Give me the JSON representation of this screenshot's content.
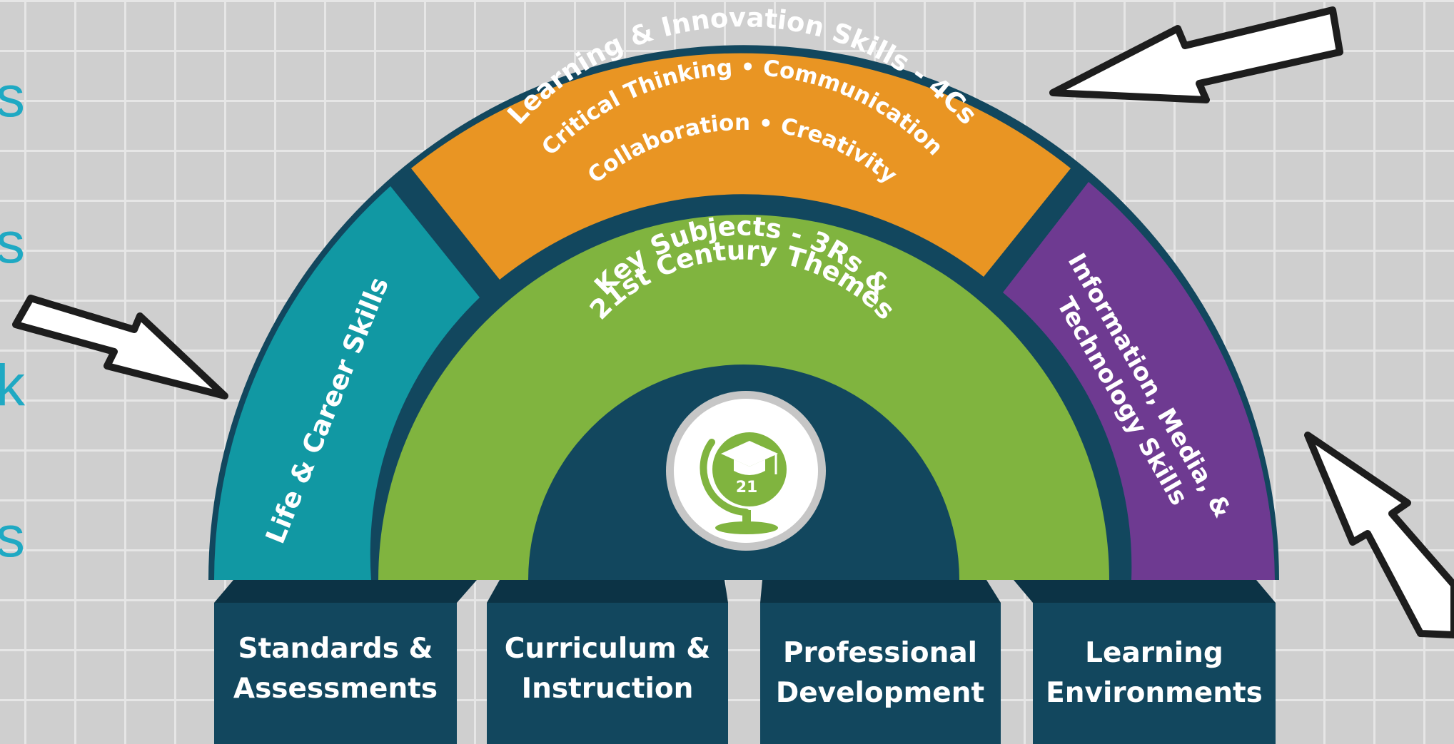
{
  "colors": {
    "background": "#cfcfcf",
    "grid": "#e6e6e6",
    "teal": "#1198a3",
    "orange": "#e99523",
    "green": "#80b43f",
    "purple": "#6e3a91",
    "navy": "#12475e",
    "edge_text": "#1fa9c3"
  },
  "edge_letters": [
    "s",
    "s",
    "k",
    "s"
  ],
  "rainbow": {
    "life_career": "Life & Career Skills",
    "learning_innovation": {
      "title": "Learning & Innovation Skills - 4Cs",
      "line1": "Critical Thinking • Communication",
      "line2": "Collaboration • Creativity"
    },
    "key_subjects": {
      "line1": "Key Subjects - 3Rs &",
      "line2": "21st Century Themes"
    },
    "info_media_tech": {
      "line1": "Information, Media, &",
      "line2": "Technology Skills"
    },
    "logo_text": "21"
  },
  "support_systems": [
    {
      "line1": "Standards &",
      "line2": "Assessments"
    },
    {
      "line1": "Curriculum &",
      "line2": "Instruction"
    },
    {
      "line1": "Professional",
      "line2": "Development"
    },
    {
      "line1": "Learning",
      "line2": "Environments"
    }
  ],
  "arrows": [
    "arrow-top-right",
    "arrow-left",
    "arrow-bottom-right"
  ]
}
